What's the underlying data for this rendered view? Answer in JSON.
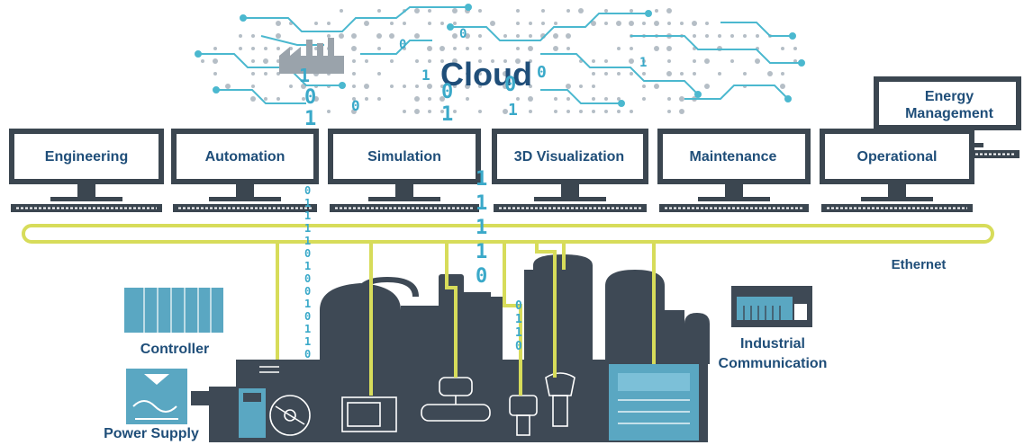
{
  "cloud": {
    "label": "Cloud"
  },
  "monitors": [
    {
      "label": "Engineering"
    },
    {
      "label": "Automation"
    },
    {
      "label": "Simulation"
    },
    {
      "label": "3D Visualization"
    },
    {
      "label": "Maintenance"
    },
    {
      "label": "Operational"
    },
    {
      "label": "Energy\nManagement"
    }
  ],
  "network": {
    "label": "Ethernet"
  },
  "components": {
    "controller": "Controller",
    "power_supply": "Power Supply",
    "industrial_communication": "Industrial\nCommunication"
  },
  "binary_streams": {
    "cloud_digits": [
      "0",
      "0",
      "1",
      "0",
      "1",
      "0",
      "1",
      "0",
      "1",
      "0",
      "1",
      "1",
      "0"
    ],
    "left_column": "01111010010110",
    "center_column": "11110",
    "right_column": "0110"
  },
  "colors": {
    "label_blue": "#1f4e79",
    "monitor_dark": "#3b4650",
    "ethernet_yellow": "#d7dc5a",
    "plant_dark": "#3e4955",
    "binary_cyan": "#3aa9c9",
    "circuit_cyan": "#4bb8cf",
    "circuit_dots": "#b5bec6"
  }
}
